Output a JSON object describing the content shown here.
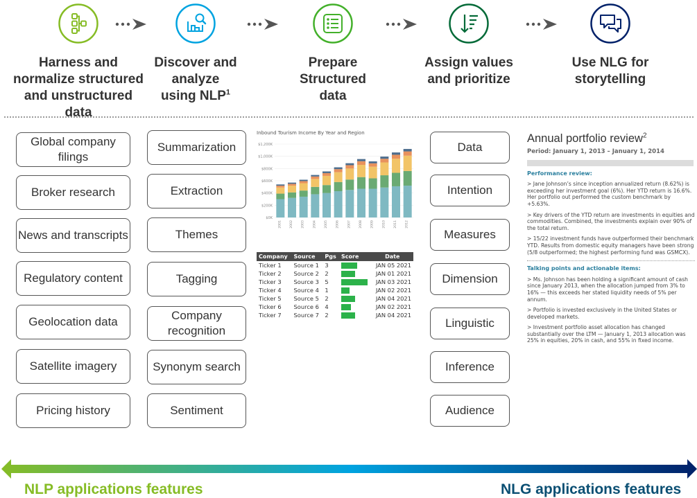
{
  "steps": [
    {
      "title": "Harness and normalize structured and unstructured data",
      "icon": "hierarchy-network-icon",
      "color": "#86bc25"
    },
    {
      "title": "Discover and analyze using NLP",
      "sup": "1",
      "icon": "document-magnifier-icon",
      "color": "#00a3e0"
    },
    {
      "title": "Prepare Structured data",
      "icon": "checklist-icon",
      "color": "#43b02a"
    },
    {
      "title": "Assign values and prioritize",
      "icon": "sort-descending-icon",
      "color": "#046a38"
    },
    {
      "title": "Use NLG for storytelling",
      "icon": "chat-bubbles-icon",
      "color": "#012169"
    }
  ],
  "data_sources": [
    "Global company filings",
    "Broker research",
    "News and transcripts",
    "Regulatory content",
    "Geolocation data",
    "Satellite imagery",
    "Pricing history"
  ],
  "nlp_features": [
    "Summarization",
    "Extraction",
    "Themes",
    "Tagging",
    "Company recognition",
    "Synonym search",
    "Sentiment"
  ],
  "nlg_elements": [
    "Data",
    "Intention",
    "Measures",
    "Dimension",
    "Linguistic",
    "Inference",
    "Audience"
  ],
  "chart_data": {
    "type": "bar",
    "title": "Inbound Tourism Income By Year and Region",
    "categories": [
      "2001",
      "2002",
      "2003",
      "2004",
      "2005",
      "2006",
      "2007",
      "2008",
      "2009",
      "2010",
      "2011",
      "2012"
    ],
    "series": [
      {
        "color": "#7fb9c2",
        "values": [
          300,
          320,
          340,
          380,
          400,
          430,
          450,
          470,
          470,
          490,
          510,
          520
        ]
      },
      {
        "color": "#6aaa73",
        "values": [
          90,
          90,
          100,
          120,
          130,
          150,
          170,
          190,
          170,
          200,
          220,
          240
        ]
      },
      {
        "color": "#f2c467",
        "values": [
          100,
          110,
          120,
          130,
          150,
          160,
          180,
          200,
          190,
          210,
          230,
          250
        ]
      },
      {
        "color": "#e8925d",
        "values": [
          30,
          30,
          35,
          40,
          45,
          50,
          55,
          60,
          55,
          60,
          65,
          70
        ]
      },
      {
        "color": "#4e6e8e",
        "values": [
          20,
          20,
          22,
          25,
          28,
          30,
          32,
          35,
          32,
          35,
          38,
          40
        ]
      }
    ],
    "ytick_labels": [
      "$1,200K",
      "$1,000K",
      "$800K",
      "$600K",
      "$400K",
      "$200K",
      "$0K"
    ],
    "ylim": [
      0,
      1200
    ]
  },
  "table": {
    "headers": [
      "Company",
      "Source",
      "Pgs",
      "Score",
      "Date"
    ],
    "rows": [
      {
        "company": "Ticker 1",
        "source": "Source 1",
        "pgs": "3",
        "score": 0.6,
        "date": "JAN 05 2021"
      },
      {
        "company": "Ticker 2",
        "source": "Source 2",
        "pgs": "2",
        "score": 0.52,
        "date": "JAN 01 2021"
      },
      {
        "company": "Ticker 3",
        "source": "Source 3",
        "pgs": "5",
        "score": 1.0,
        "date": "JAN 03 2021"
      },
      {
        "company": "Ticker 4",
        "source": "Source 4",
        "pgs": "1",
        "score": 0.32,
        "date": "JAN 02 2021"
      },
      {
        "company": "Ticker 5",
        "source": "Source 5",
        "pgs": "2",
        "score": 0.52,
        "date": "JAN 04 2021"
      },
      {
        "company": "Ticker 6",
        "source": "Source 6",
        "pgs": "4",
        "score": 0.36,
        "date": "JAN 02 2021"
      },
      {
        "company": "Ticker 7",
        "source": "Source 7",
        "pgs": "2",
        "score": 0.52,
        "date": "JAN 04 2021"
      }
    ]
  },
  "review": {
    "title": "Annual portfolio review",
    "title_sup": "2",
    "period": "Period: January 1, 2013 – January 1, 2014",
    "performance_heading": "Performance review:",
    "performance_points": [
      "> Jane Johnson’s since inception annualized return (8.62%) is exceeding her investment goal (6%). Her YTD return is 16.6%. Her portfolio out performed the custom benchmark by +5.63%.",
      "> Key drivers of the YTD return are investments in equities and commodities. Combined, the investments explain over 90% of the total return.",
      "> 15/22 investment funds have outperformed their benchmark YTD. Results from domestic equity managers have been strong (5/8 outperformed; the highest performing fund was GSMCX)."
    ],
    "talking_heading": "Talking points and actionable items:",
    "talking_points": [
      "> Ms. Johnson has been holding a significant amount of cash since January 2013, when the allocation jumped from 3% to 16% — this exceeds her stated liquidity needs of 5% per annum.",
      "> Portfolio is invested exclusively in the United States or developed markets.",
      "> Investment portfolio asset allocation has changed substantially over the LTM — January 1, 2013 allocation was 25% in equities, 20% in cash, and 55% in fixed income."
    ]
  },
  "footer": {
    "left_label": "NLP applications features",
    "right_label": "NLG applications features",
    "gradient_start": "#86bc25",
    "gradient_mid": "#00a3e0",
    "gradient_end": "#012169"
  }
}
